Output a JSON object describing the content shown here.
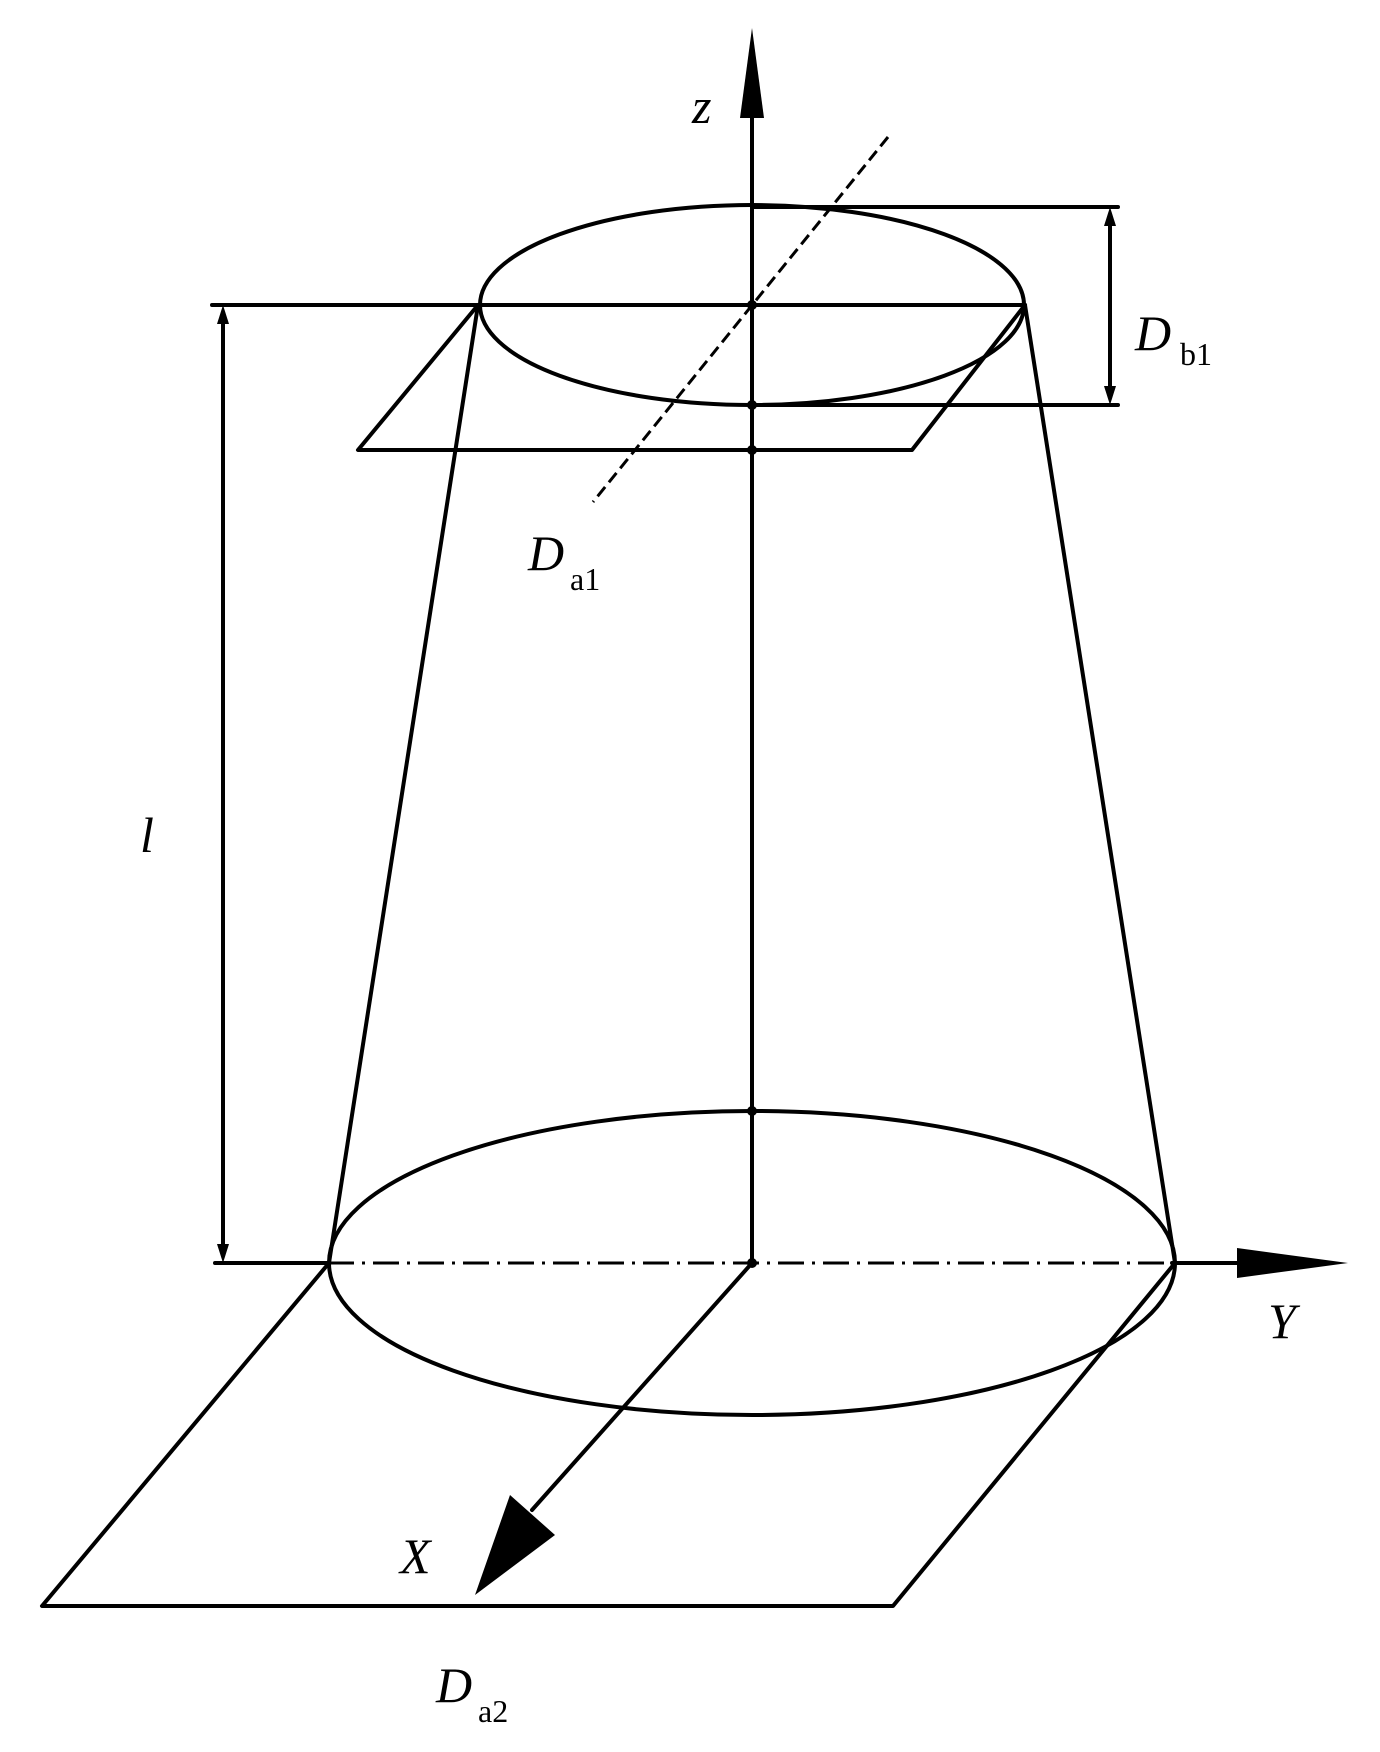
{
  "labels": {
    "z_axis": "z",
    "y_axis": "Y",
    "x_axis": "X",
    "length": "l",
    "d_b1_main": "D",
    "d_b1_sub": "b1",
    "d_a1_main": "D",
    "d_a1_sub": "a1",
    "d_a2_main": "D",
    "d_a2_sub": "a2"
  }
}
